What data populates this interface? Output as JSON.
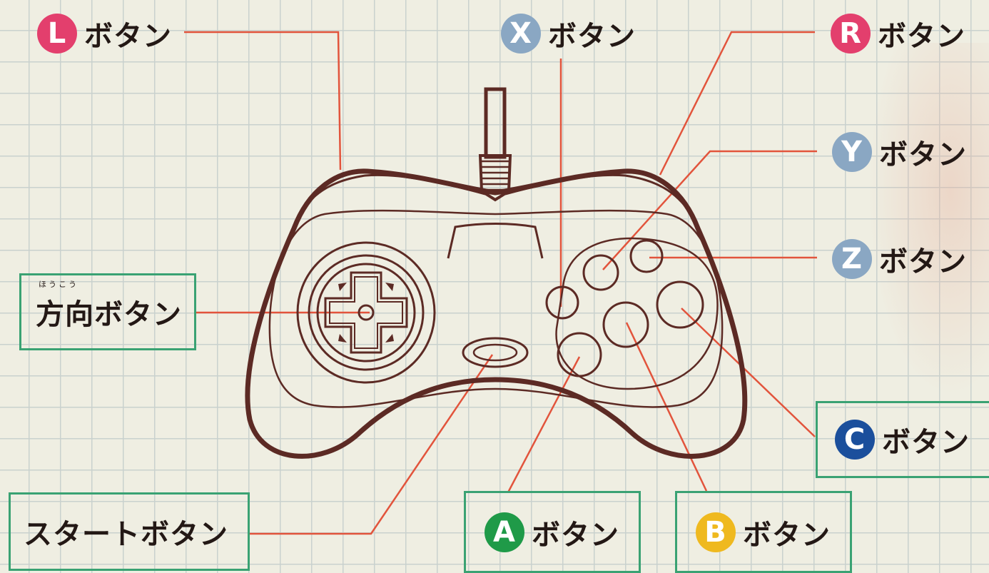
{
  "colors": {
    "outline": "#5c2a24",
    "leader": "#e2543c",
    "box_border": "#3aa273",
    "badge_L": "#e33f6d",
    "badge_R": "#e33f6d",
    "badge_X": "#8aa7c3",
    "badge_Y": "#8aa7c3",
    "badge_Z": "#8aa7c3",
    "badge_A": "#1f9a48",
    "badge_B": "#efb91f",
    "badge_C": "#1b4f9c"
  },
  "labels": {
    "L": {
      "badge": "L",
      "text": "ボタン"
    },
    "X": {
      "badge": "X",
      "text": "ボタン"
    },
    "R": {
      "badge": "R",
      "text": "ボタン"
    },
    "Y": {
      "badge": "Y",
      "text": "ボタン"
    },
    "Z": {
      "badge": "Z",
      "text": "ボタン"
    },
    "C": {
      "badge": "C",
      "text": "ボタン"
    },
    "A": {
      "badge": "A",
      "text": "ボタン"
    },
    "B": {
      "badge": "B",
      "text": "ボタン"
    },
    "dpad": {
      "text": "方向ボタン",
      "ruby": "ほうこう"
    },
    "start": {
      "text": "スタートボタン"
    }
  }
}
